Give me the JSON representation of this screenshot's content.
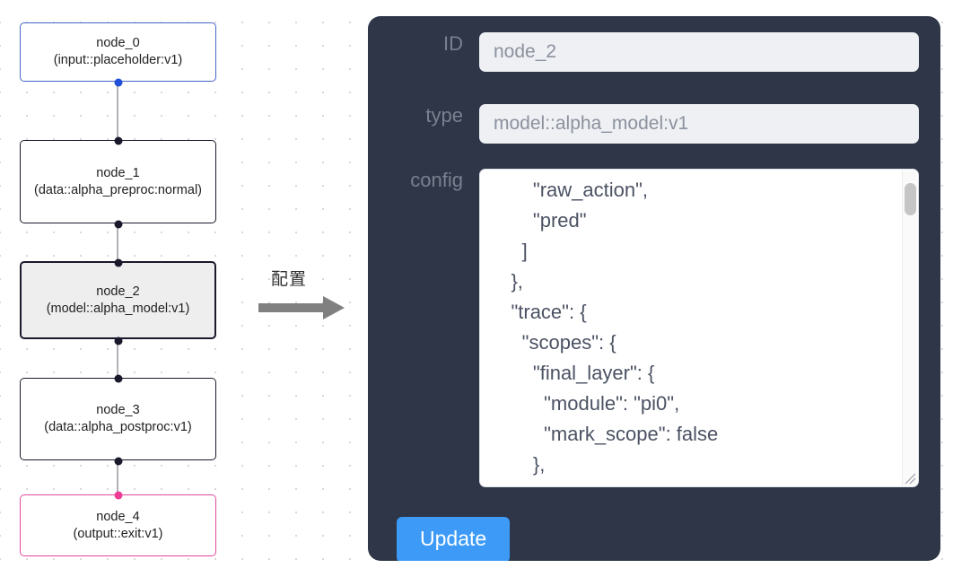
{
  "graph": {
    "nodes": [
      {
        "id": "node_0",
        "label": "node_0\n(input::placeholder:v1)",
        "kind": "input",
        "selected": false
      },
      {
        "id": "node_1",
        "label": "node_1\n(data::alpha_preproc:normal)",
        "kind": "default",
        "selected": false
      },
      {
        "id": "node_2",
        "label": "node_2\n(model::alpha_model:v1)",
        "kind": "default",
        "selected": true
      },
      {
        "id": "node_3",
        "label": "node_3\n(data::alpha_postproc:v1)",
        "kind": "default",
        "selected": false
      },
      {
        "id": "node_4",
        "label": "node_4\n(output::exit:v1)",
        "kind": "output",
        "selected": false
      }
    ],
    "colors": {
      "input_border": "#4766c7",
      "output_border": "#e0489b",
      "default_border": "#1a192b",
      "selected_fill": "#eeeeee",
      "edge": "#b1b1b7",
      "handle_default": "#1a192b",
      "handle_input": "#2050d8",
      "handle_output": "#ec3c96"
    }
  },
  "annotation": {
    "caption": "配置",
    "arrow_color": "#7a7a7a"
  },
  "panel": {
    "accent": "#3d9bf7",
    "background": "#2e3647",
    "fields": {
      "id": {
        "label": "ID",
        "value": "node_2"
      },
      "type": {
        "label": "type",
        "value": "model::alpha_model:v1"
      },
      "config": {
        "label": "config",
        "value": "        \"raw_action\",\n        \"pred\"\n      ]\n    },\n    \"trace\": {\n      \"scopes\": {\n        \"final_layer\": {\n          \"module\": \"pi0\",\n          \"mark_scope\": false\n        },\n        \"action_model\": {"
      }
    },
    "update_button": {
      "label": "Update"
    }
  }
}
